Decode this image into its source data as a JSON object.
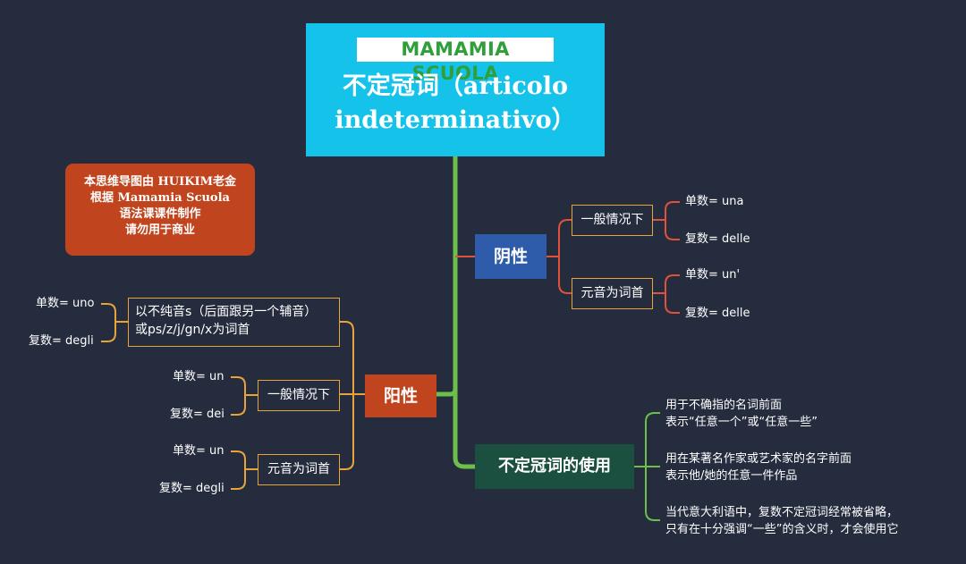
{
  "root": {
    "logo": "MAMAMIA SCUOLA",
    "title": "不定冠词（articolo indeterminativo）"
  },
  "note": {
    "lines": [
      "本思维导图由 HUIKIM老金",
      "根据 Mamamia Scuola",
      "语法课课件制作",
      "请勿用于商业"
    ]
  },
  "feminine": {
    "label": "阴性",
    "general": {
      "label": "一般情况下",
      "singular": "单数= una",
      "plural": "复数= delle"
    },
    "vowel": {
      "label": "元音为词首",
      "singular": "单数= un'",
      "plural": "复数= delle"
    }
  },
  "masculine": {
    "label": "阳性",
    "impure": {
      "line1": "以不纯音s（后面跟另一个辅音）",
      "line2": "或ps/z/j/gn/x为词首",
      "singular": "单数= uno",
      "plural": "复数= degli"
    },
    "general": {
      "label": "一般情况下",
      "singular": "单数= un",
      "plural": "复数= dei"
    },
    "vowel": {
      "label": "元音为词首",
      "singular": "单数= un",
      "plural": "复数= degli"
    }
  },
  "usage": {
    "label": "不定冠词的使用",
    "items": [
      {
        "line1": "用于不确指的名词前面",
        "line2": "表示“任意一个”或“任意一些”"
      },
      {
        "line1": "用在某著名作家或艺术家的名字前面",
        "line2": "表示他/她的任意一件作品"
      },
      {
        "line1": "当代意大利语中，复数不定冠词经常被省略，",
        "line2": "只有在十分强调“一些”的含义时，才会使用它"
      }
    ]
  },
  "colors": {
    "background": "#252c3e",
    "root": "#15c2ea",
    "feminine": "#2e5cab",
    "masculine": "#c0451f",
    "usage": "#1b5040",
    "trunk": "#6cc04a",
    "branch_orange": "#e8a33a",
    "branch_red": "#e0523a",
    "branch_green": "#6cc04a"
  }
}
